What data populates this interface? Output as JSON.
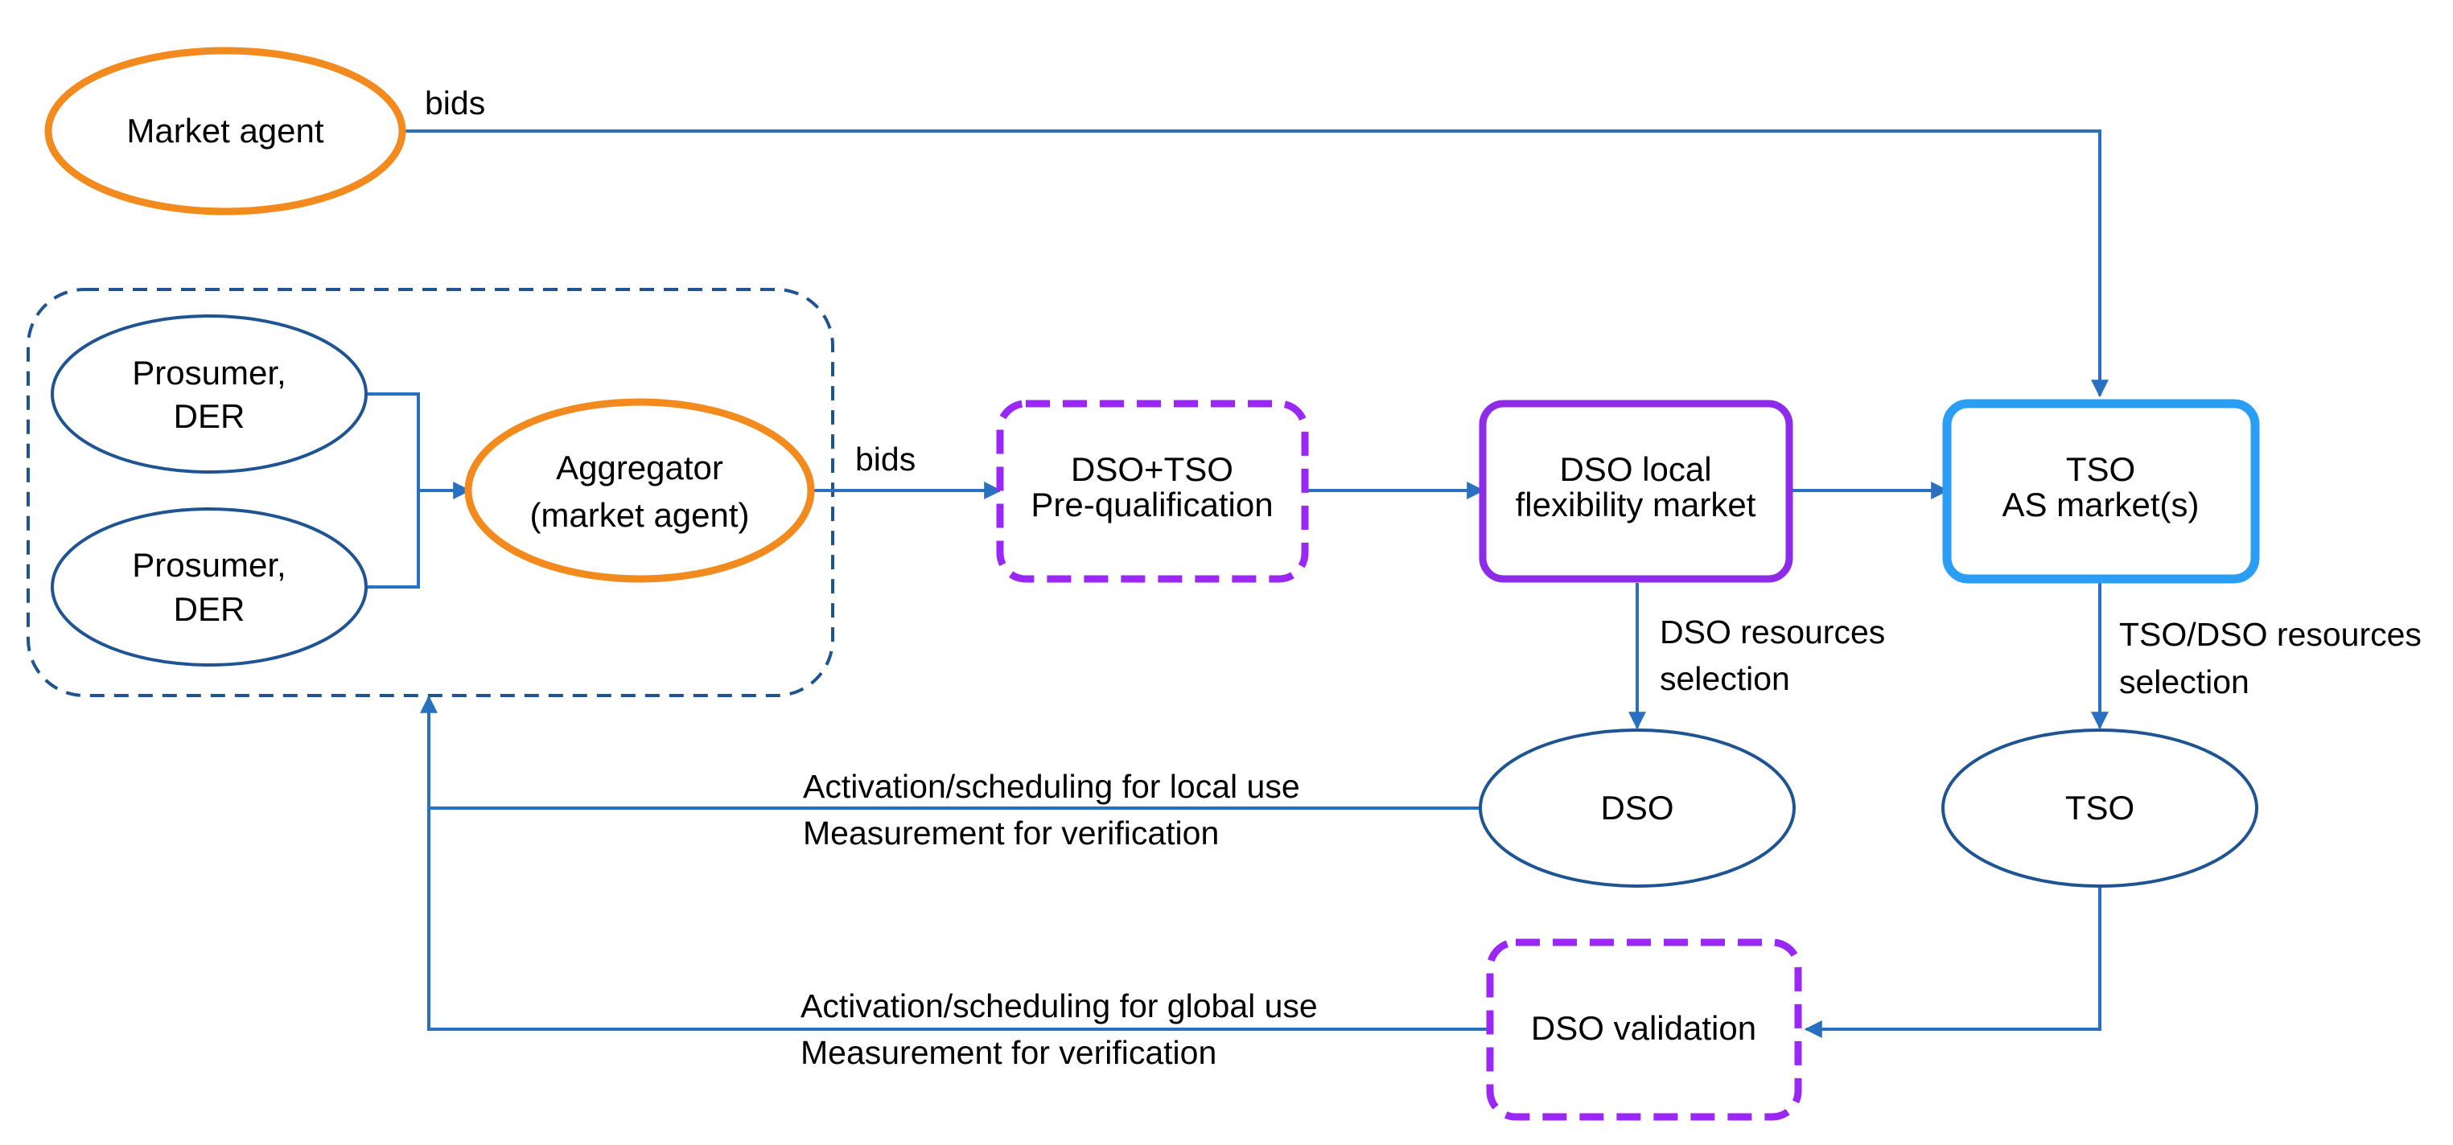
{
  "colors": {
    "ellipse_stroke": "#1f5492",
    "agent_stroke": "#f28a1d",
    "dashed_purple": "#9b27f5",
    "solid_purple": "#8e2be8",
    "tso_blue": "#2a9df5",
    "connector": "#2a70c0"
  },
  "nodes": {
    "market_agent": "Market agent",
    "prosumer_1": {
      "line1": "Prosumer,",
      "line2": "DER"
    },
    "prosumer_2": {
      "line1": "Prosumer,",
      "line2": "DER"
    },
    "aggregator": {
      "line1": "Aggregator",
      "line2": "(market agent)"
    },
    "prequalification": {
      "line1": "DSO+TSO",
      "line2": "Pre-qualification"
    },
    "local_market": {
      "line1": "DSO local",
      "line2": "flexibility market"
    },
    "tso_market": {
      "line1": "TSO",
      "line2": "AS market(s)"
    },
    "dso": "DSO",
    "tso": "TSO",
    "dso_validation": "DSO validation"
  },
  "edges": {
    "bids_market_agent": "bids",
    "bids_aggregator": "bids",
    "dso_selection": {
      "line1": "DSO resources",
      "line2": "selection"
    },
    "tso_selection": {
      "line1": "TSO/DSO resources",
      "line2": "selection"
    },
    "local_use": {
      "line1": "Activation/scheduling for local use",
      "line2": "Measurement for verification"
    },
    "global_use": {
      "line1": "Activation/scheduling for global use",
      "line2": "Measurement for verification"
    }
  }
}
